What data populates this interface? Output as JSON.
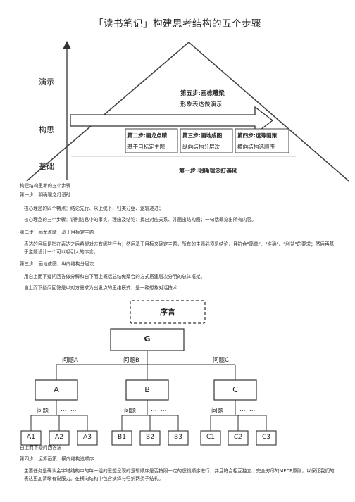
{
  "page": {
    "title": "「读书笔记」构建思考结构的五个步骤"
  },
  "figure1": {
    "levels": [
      "演示",
      "构思",
      "基础"
    ],
    "step5": {
      "title": "第五步:画栋雕梁",
      "desc": "形象表达做演示"
    },
    "step2": {
      "title": "第二步:画龙点睛",
      "desc": "基于目标定主题"
    },
    "step3": {
      "title": "第三步:画地成图",
      "desc": "纵向结构分层次"
    },
    "step4": {
      "title": "第四步:运筹画策",
      "desc": "横向结构选顺序"
    },
    "step1": {
      "title": "第一步:明确理念打基础"
    },
    "caption": "构建结构思考的五个步骤"
  },
  "body": {
    "s1_head": "第一步：明确理念打基础",
    "s1_p1": "核心理念的四个特点：结论先行、以上统下、归类分组、逻辑递进；",
    "s1_p2": "核心理念的三个步骤：识别信息中的事实、理由及结论；找出对应关系、并画出结构图；一句话概览出所有内容。",
    "s2_head": "第二步：画龙点睛，基于目标定主题",
    "s2_p1": "表达的目标是指在表达之后希望对方有哪些行为；然后基于目标来确定主题，所有的主题必须是结论，且符合\"简单\"、\"准确\"、\"利益\"的要求；然后再基于主题设计一个可以吸引人的序言。",
    "s3_head": "第三步：画地成图，纵向结构分层次",
    "s3_p1": "用自上而下疑问回答做分解和自下而上概括总结做聚合的方式搭建层次分明的总体框架。",
    "s3_p2": "自上而下疑问回答是以对方需求为出发点的思维模式，是一种想象对话技术",
    "s4_head": "第四步：运筹画策，横向结构选顺序",
    "s4_p1": "主要任务是确认金字塔结构中的每一组的思想呈现的逻辑顺序是否按照一定的逻辑顺序进行，并且符合相互独立、完全穷尽的MECE原则，以保证我们的表达更加清晰有说服力。在横向结构中包含演绎与归纳两类子结构。"
  },
  "figure2": {
    "preface": "序言",
    "root": "G",
    "q_a": "问题A",
    "q_b": "问题B",
    "q_c": "问题C",
    "node_a": "A",
    "node_b": "B",
    "node_c": "C",
    "q": "问题",
    "ell": "…  …",
    "leaves_a": [
      "A1",
      "A2",
      "A3"
    ],
    "leaves_b": [
      "B1",
      "B2",
      "B3"
    ],
    "leaves_c": [
      "C1",
      "C2",
      "C3"
    ],
    "caption": "自上而下疑问回答法"
  }
}
